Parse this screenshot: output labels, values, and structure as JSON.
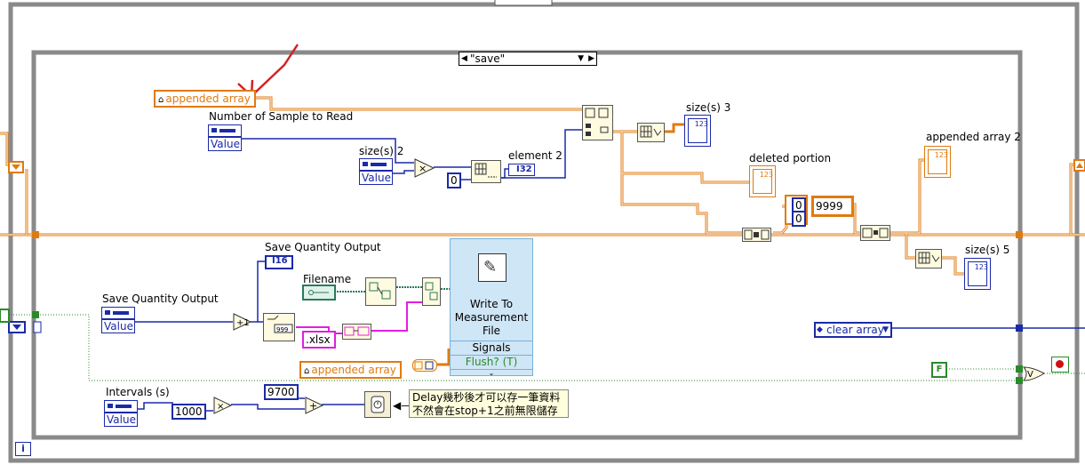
{
  "case_selector": {
    "value": "\"save\""
  },
  "local_variables": {
    "appended_array_top": "appended array",
    "appended_array_bottom": "appended array"
  },
  "labels": {
    "number_of_sample_to_read": "Number of Sample to Read",
    "size_s_2": "size(s) 2",
    "element_2": "element 2",
    "size_s_3": "size(s) 3",
    "deleted_portion": "deleted portion",
    "appended_array_2": "appended array 2",
    "size_s_5": "size(s) 5",
    "save_quantity_output_indicator": "Save Quantity Output",
    "save_quantity_output_control": "Save Quantity Output",
    "filename": "Filename",
    "intervals": "Intervals (s)"
  },
  "controls": {
    "value_label": "Value"
  },
  "constants": {
    "zero_a": "0",
    "zero_b": "0",
    "zero_c": "0",
    "nine_nine_nine_nine": "9999",
    "one_thousand": "1000",
    "nine_seven_hundred": "9700",
    "xlsx": ".xlsx",
    "false_const": "F",
    "clear_array": "clear array"
  },
  "terminals": {
    "i32": "I32",
    "i16": "I16",
    "iteration": "i"
  },
  "express_vi": {
    "title": "Write To Measurement File",
    "signals": "Signals",
    "flush": "Flush? (T)"
  },
  "comment": {
    "line1": "Delay幾秒後才可以存一筆資料",
    "line2": "不然會在stop+1之前無限儲存"
  },
  "colors": {
    "int_wire": "#1b2aa8",
    "dbl_array_wire": "#e07a10",
    "string_wire": "#e020e0",
    "path_wire": "#2a7a5a",
    "bool_wire": "#2a8a2a",
    "annotation_arrow": "#d42020"
  }
}
